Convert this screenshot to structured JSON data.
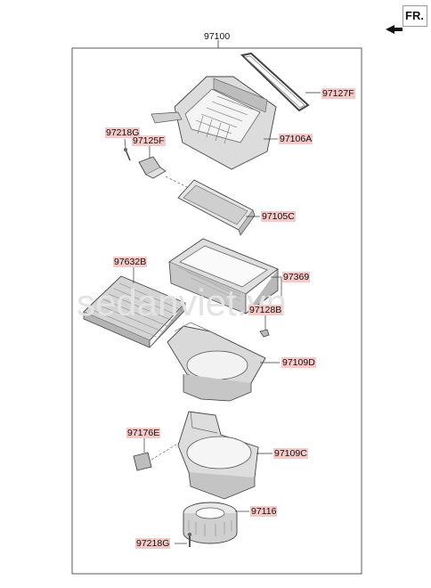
{
  "direction_marker": "FR.",
  "watermark": "sedanviet.vn",
  "assembly_label": "97100",
  "parts": {
    "p97127F": "97127F",
    "p97106A": "97106A",
    "p97218G_top": "97218G",
    "p97125F": "97125F",
    "p97105C": "97105C",
    "p97632B": "97632B",
    "p97369": "97369",
    "p97128B": "97128B",
    "p97109D": "97109D",
    "p97176E": "97176E",
    "p97109C": "97109C",
    "p97116": "97116",
    "p97218G_bottom": "97218G"
  },
  "colors": {
    "label_highlight": "#f6c9c9",
    "line": "#333333",
    "part_fill": "#d9d9d9"
  }
}
